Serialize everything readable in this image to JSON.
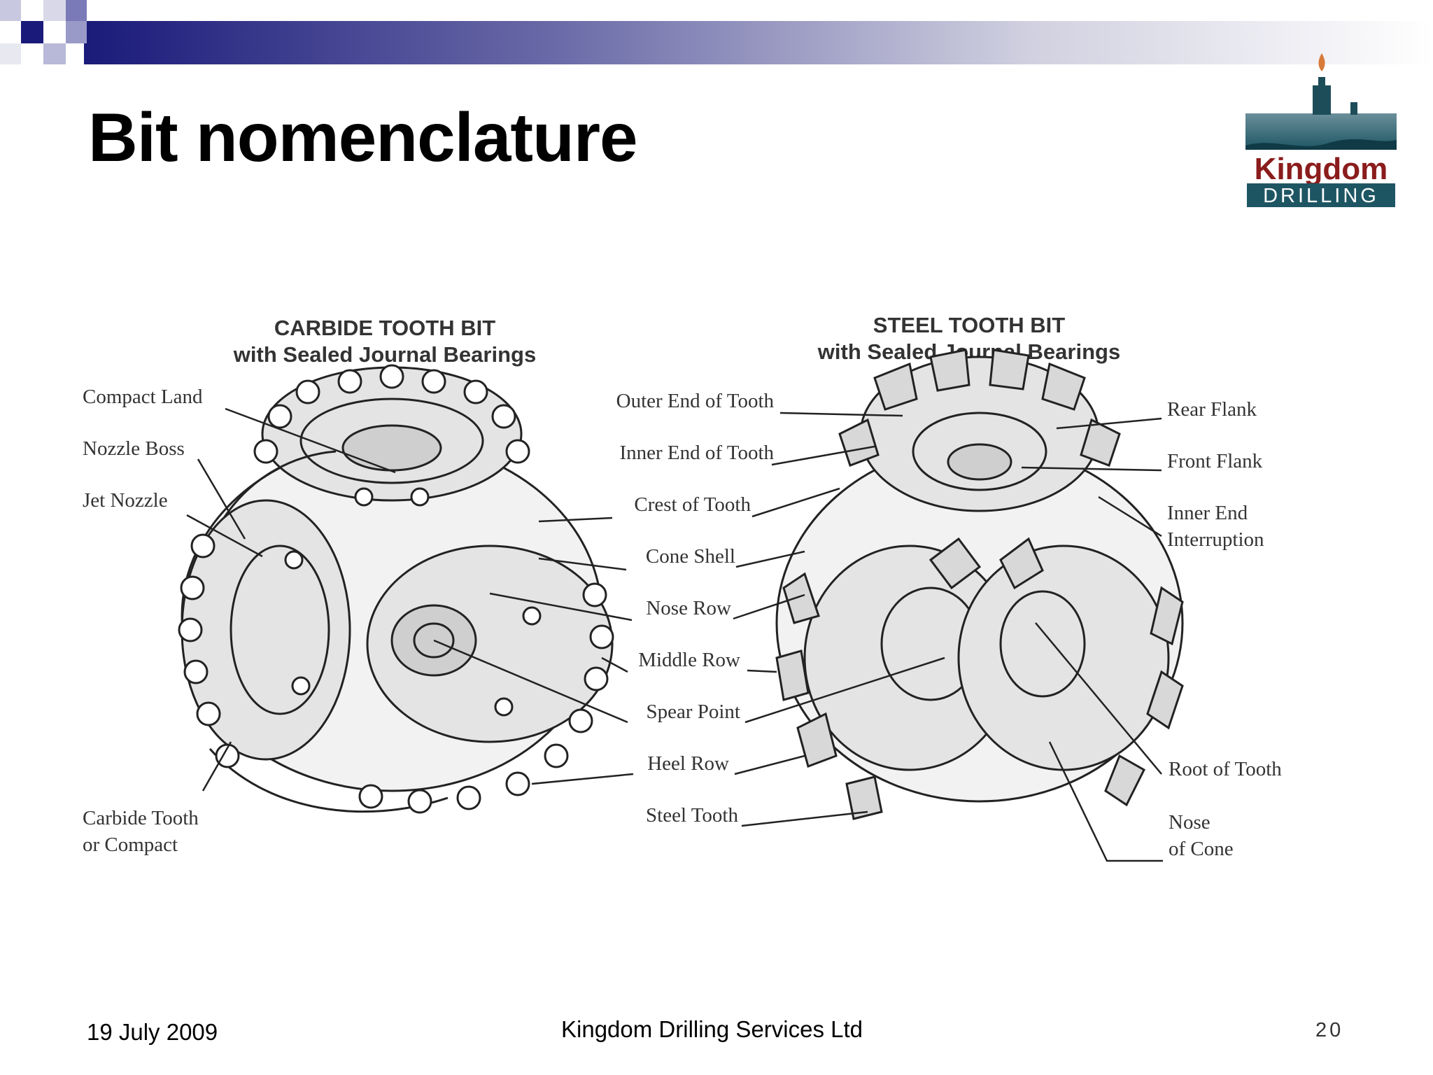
{
  "slide": {
    "title": "Bit nomenclature"
  },
  "logo": {
    "name": "Kingdom",
    "subtitle": "DRILLING"
  },
  "carbide_bit": {
    "heading_line1": "CARBIDE TOOTH BIT",
    "heading_line2": "with Sealed Journal Bearings",
    "labels": {
      "compact_land": "Compact Land",
      "nozzle_boss": "Nozzle Boss",
      "jet_nozzle": "Jet Nozzle",
      "carbide_tooth_1": "Carbide Tooth",
      "carbide_tooth_2": "or Compact"
    }
  },
  "steel_bit": {
    "heading_line1": "STEEL TOOTH BIT",
    "heading_line2": "with Sealed Journal Bearings",
    "labels": {
      "rear_flank": "Rear Flank",
      "front_flank": "Front Flank",
      "inner_end_interruption_1": "Inner End",
      "inner_end_interruption_2": "Interruption",
      "root_of_tooth": "Root of Tooth",
      "nose_of_cone_1": "Nose",
      "nose_of_cone_2": "of Cone"
    }
  },
  "center_labels": [
    "Outer End of Tooth",
    "Inner End of Tooth",
    "Crest of Tooth",
    "Cone Shell",
    "Nose Row",
    "Middle Row",
    "Spear Point",
    "Heel Row",
    "Steel Tooth"
  ],
  "footer": {
    "date": "19 July 2009",
    "company": "Kingdom Drilling Services Ltd",
    "page": "20"
  }
}
